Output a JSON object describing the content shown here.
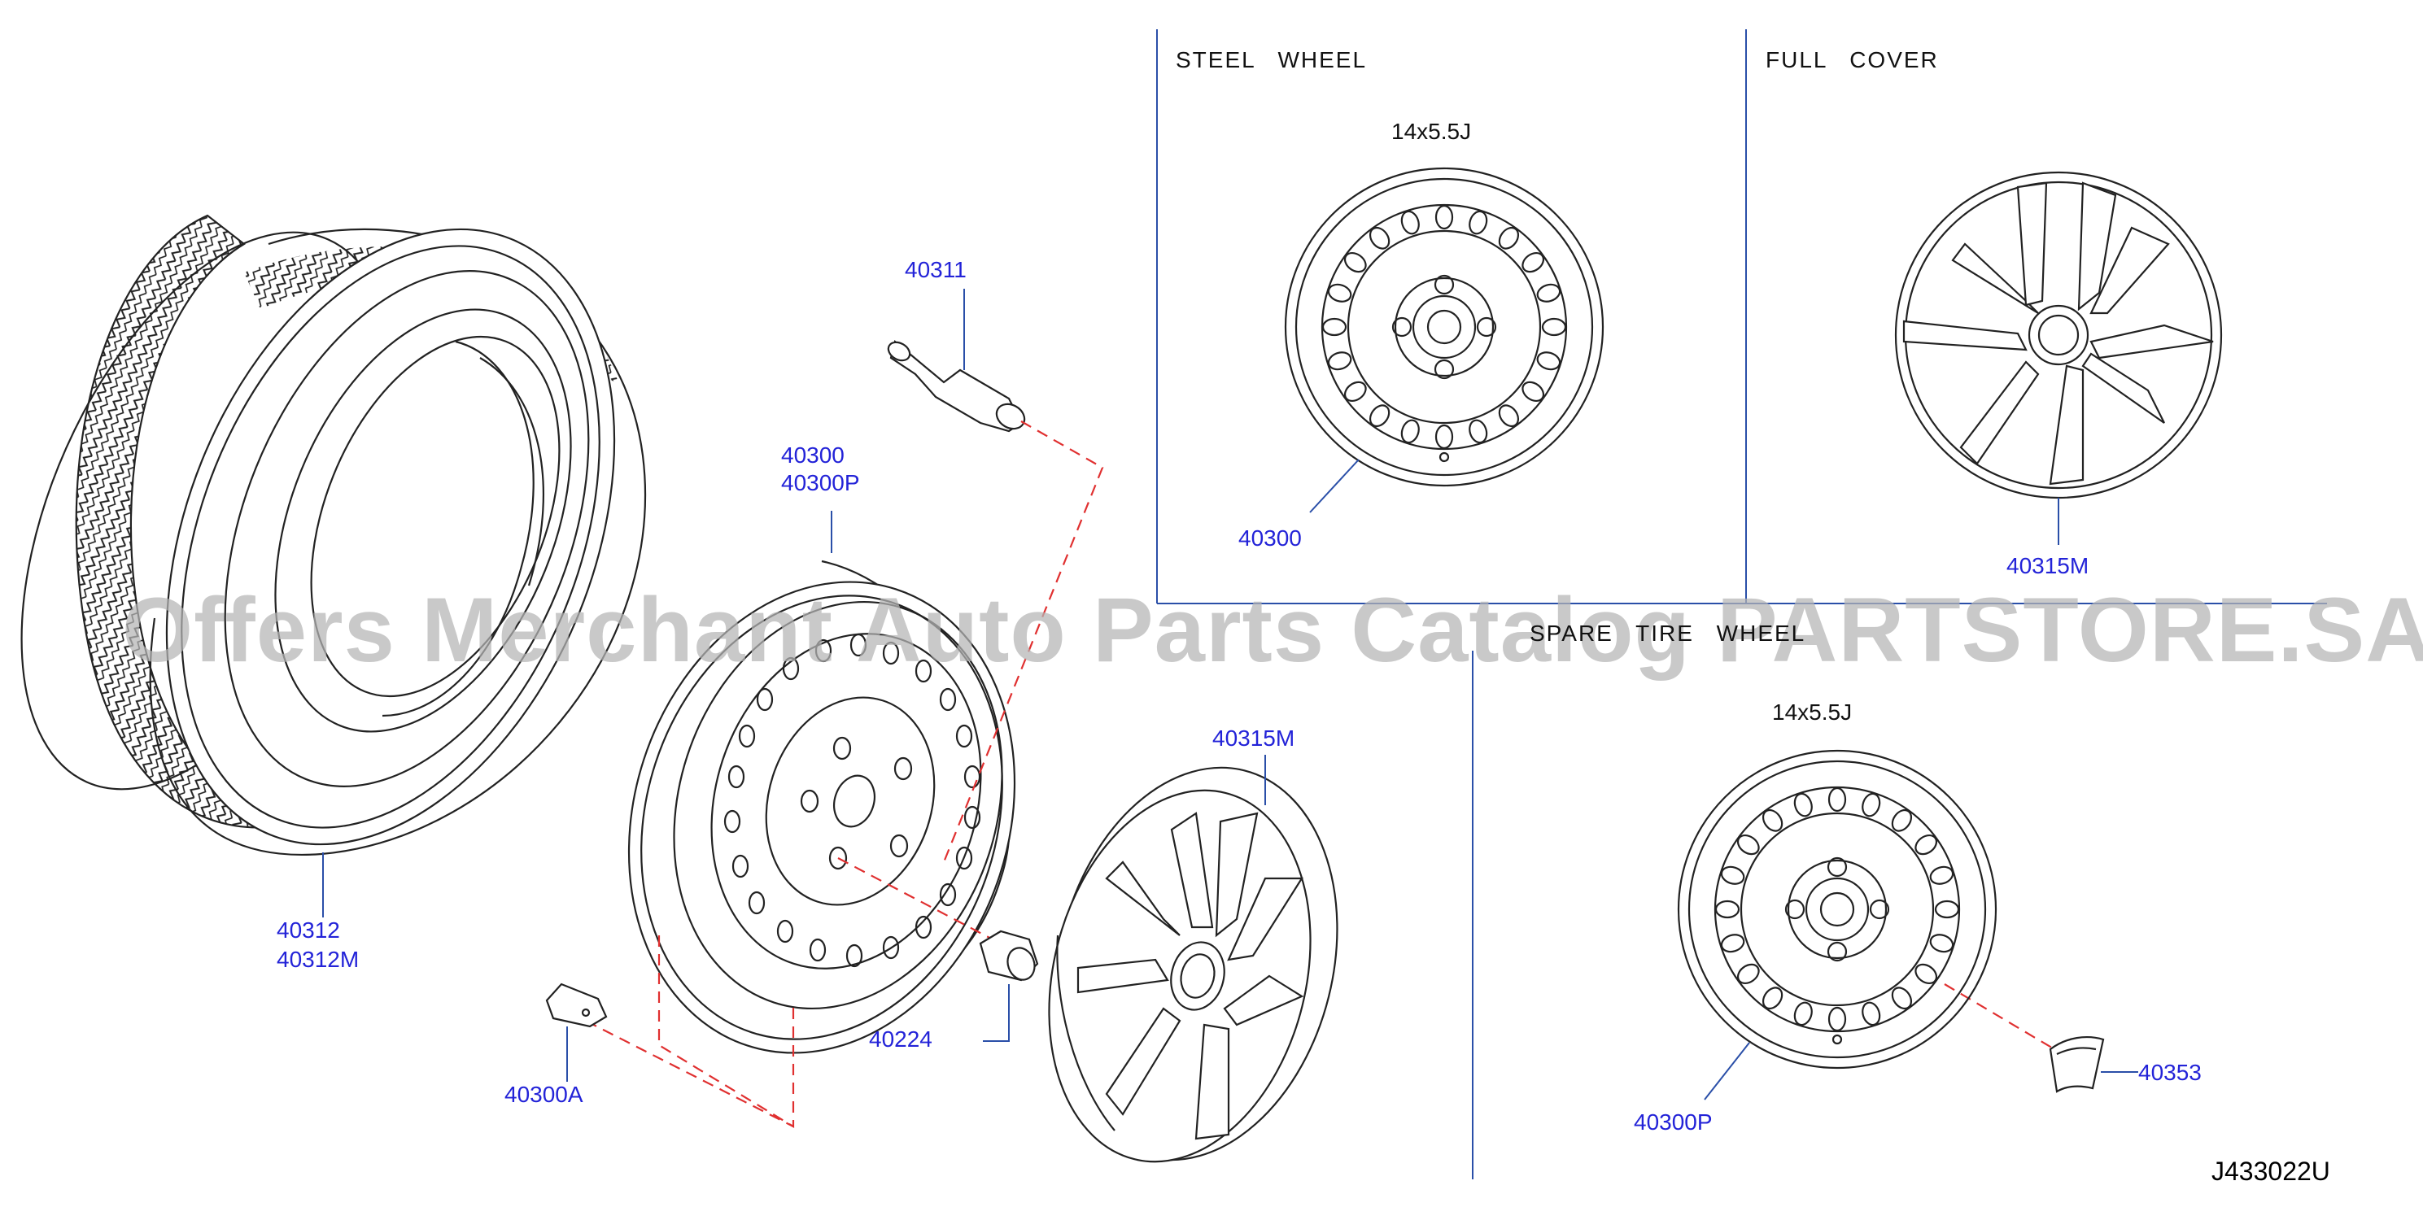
{
  "sections": {
    "steel_wheel": "STEEL WHEEL",
    "full_cover": "FULL COVER",
    "spare_tire_wheel": "SPARE TIRE WHEEL"
  },
  "sizes": {
    "steel": "14x5.5J",
    "spare": "14x5.5J"
  },
  "parts": {
    "p40311": "40311",
    "p40300_main": "40300",
    "p40300P_main": "40300P",
    "p40312": "40312",
    "p40312M": "40312M",
    "p40300A": "40300A",
    "p40224": "40224",
    "p40315M_main": "40315M",
    "p40300_steel": "40300",
    "p40315M_cover": "40315M",
    "p40300P_spare": "40300P",
    "p40353": "40353"
  },
  "diagram_code": "J433022U",
  "watermark": "Offers Merchant Auto Parts Catalog PARTSTORE.SA",
  "colors": {
    "part_label": "#2323d8",
    "leader_dash": "#e03030",
    "line": "#222222",
    "divider": "#2a4fa8"
  }
}
